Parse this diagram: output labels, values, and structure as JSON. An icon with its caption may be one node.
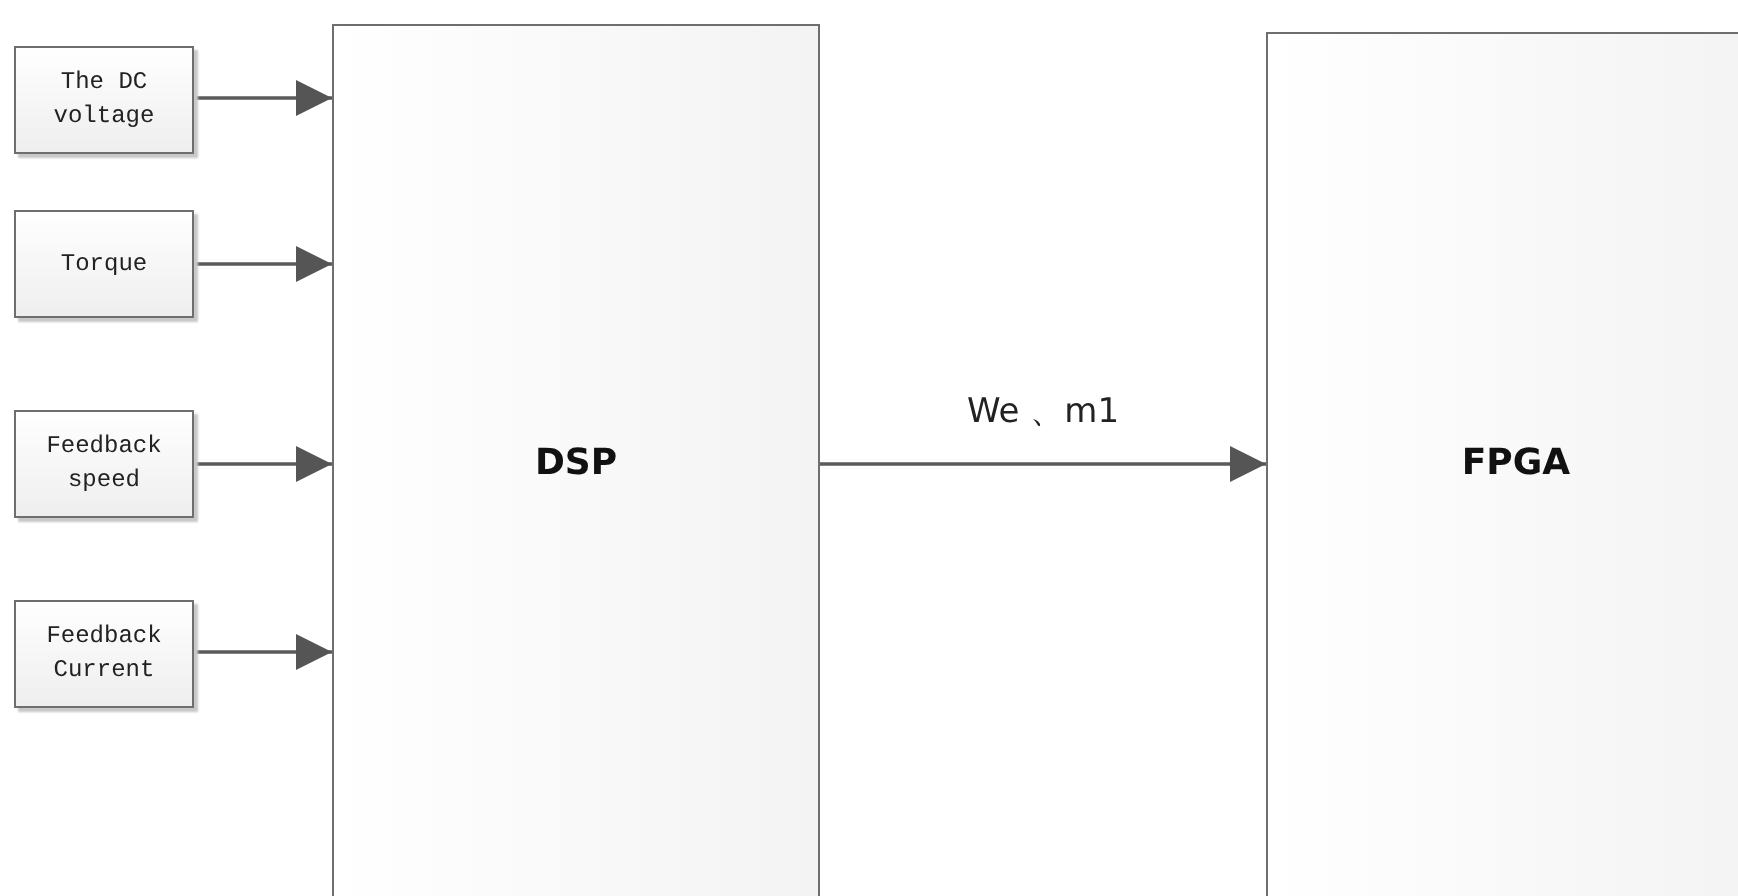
{
  "diagram": {
    "nodes": [
      {
        "text": [
          "The DC voltage"
        ]
      },
      {
        "text": [
          "Torque"
        ]
      },
      {
        "text": [
          "Feedback speed"
        ]
      },
      {
        "text": [
          "Feedback Current"
        ]
      },
      {
        "text": [
          "DSP"
        ]
      },
      {
        "text": [
          "FPGA"
        ]
      }
    ],
    "edges": [
      {
        "from": 0,
        "to": 4,
        "arrow": "to"
      },
      {
        "from": 1,
        "to": 4,
        "arrow": "to"
      },
      {
        "from": 2,
        "to": 4,
        "arrow": "to"
      },
      {
        "from": 3,
        "to": 4,
        "arrow": "to"
      },
      {
        "from": 4,
        "to": 5,
        "arrow": "to",
        "label": "We 、m1"
      }
    ]
  }
}
